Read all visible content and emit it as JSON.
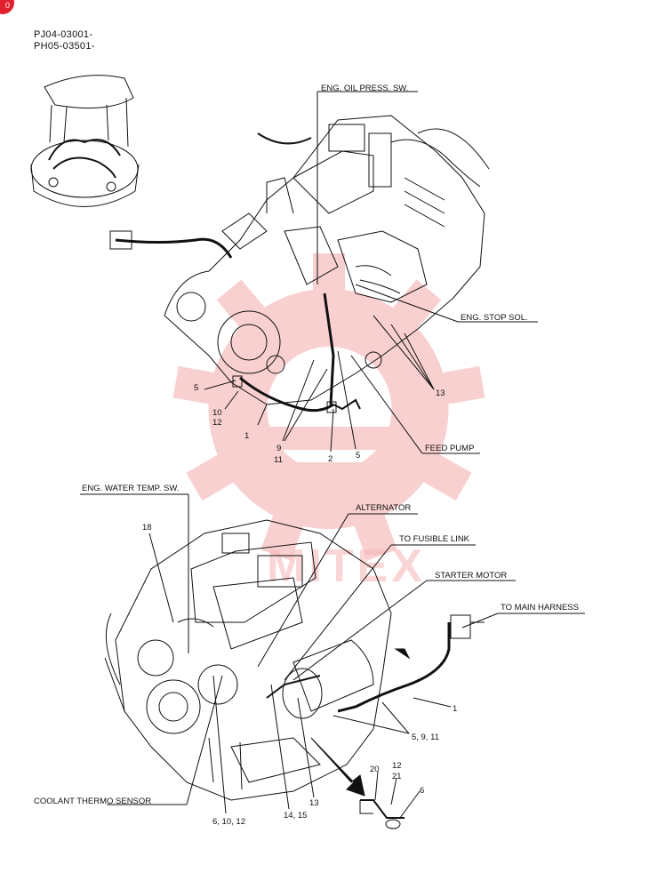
{
  "header": {
    "serial_1": "PJ04-03001-",
    "serial_2": "PH05-03501-",
    "badge": "0"
  },
  "watermark": {
    "text": "MITEX",
    "color": "#e8262e"
  },
  "callouts": {
    "eng_oil_press_sw": "ENG. OIL PRESS. SW.",
    "eng_stop_sol": "ENG. STOP SOL.",
    "feed_pump": "FEED PUMP",
    "eng_water_temp_sw": "ENG. WATER TEMP. SW.",
    "alternator": "ALTERNATOR",
    "to_fusible_link": "TO FUSIBLE LINK",
    "starter_motor": "STARTER MOTOR",
    "to_main_harness": "TO MAIN HARNESS",
    "coolant_thermo_sensor": "COOLANT THERMO SENSOR"
  },
  "part_numbers": {
    "top": {
      "n5_left": "5",
      "n10_12_a": "10",
      "n10_12_b": "12",
      "n1": "1",
      "n9_11_a": "9",
      "n9_11_b": "11",
      "n2": "2",
      "n5_right": "5",
      "n13": "13"
    },
    "bottom": {
      "n18": "18",
      "n1": "1",
      "n5_9_11": "5, 9, 11",
      "n20": "20",
      "n12": "12",
      "n21": "21",
      "n6": "6",
      "n13": "13",
      "n14_15": "14, 15",
      "n6_10_12": "6, 10, 12"
    }
  }
}
